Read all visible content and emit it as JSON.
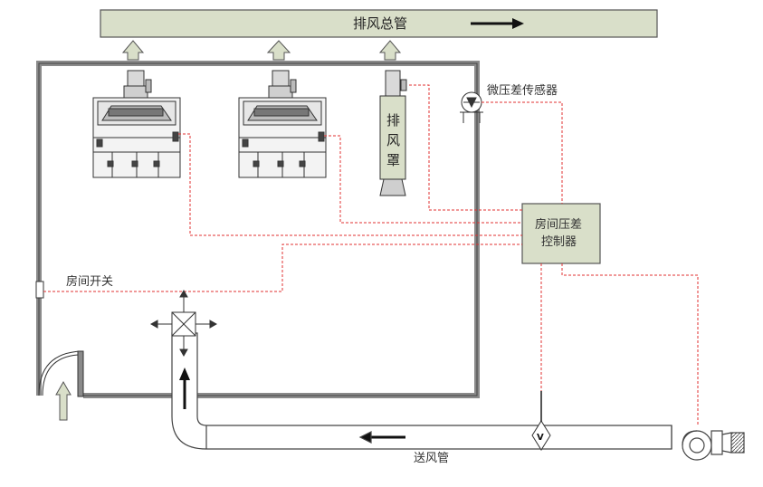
{
  "labels": {
    "exhaust_main": "排风总管",
    "micro_sensor": "微压差传感器",
    "controller_l1": "房间压差",
    "controller_l2": "控制器",
    "room_switch": "房间开关",
    "supply_duct": "送风管",
    "hood_c1": "排",
    "hood_c2": "风",
    "hood_c3": "罩",
    "valve_mark": "V"
  },
  "colors": {
    "duct_fill": "#d9dfc9",
    "signal_line": "#e03030",
    "wall": "#666666",
    "controller_fill": "#d9dfc9"
  }
}
